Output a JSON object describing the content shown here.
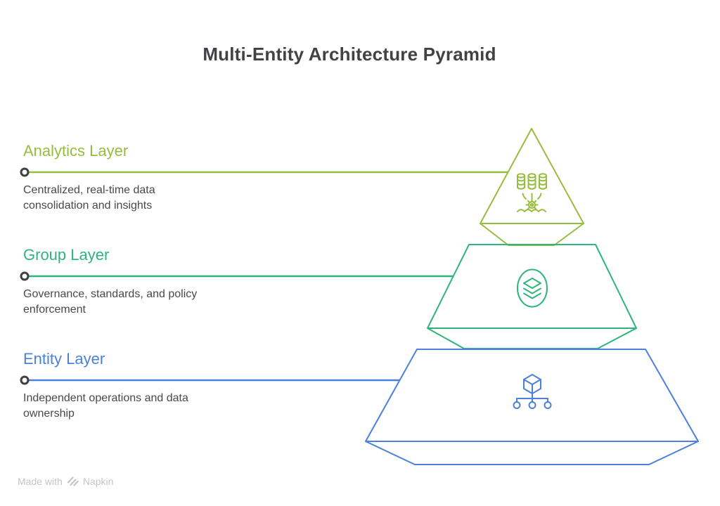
{
  "title": "Multi-Entity Architecture Pyramid",
  "layers": [
    {
      "id": "analytics",
      "label": "Analytics Layer",
      "description": "Centralized, real-time data\nconsolidation and insights",
      "icon": "data-consolidation-icon"
    },
    {
      "id": "group",
      "label": "Group Layer",
      "description": "Governance, standards, and policy\nenforcement",
      "icon": "layers-icon"
    },
    {
      "id": "entity",
      "label": "Entity Layer",
      "description": "Independent operations and data\nownership",
      "icon": "cube-hierarchy-icon"
    }
  ],
  "watermark": {
    "prefix": "Made with",
    "brand": "Napkin",
    "icon": "napkin-logo-icon"
  },
  "colors": {
    "analytics": "#95bd3e",
    "group": "#2eb57c",
    "entity": "#4b81d8",
    "title_text": "#3f4347",
    "body_text": "#47494c",
    "watermark_text": "#c2c5ca",
    "connector_dot": "#3b4045"
  }
}
